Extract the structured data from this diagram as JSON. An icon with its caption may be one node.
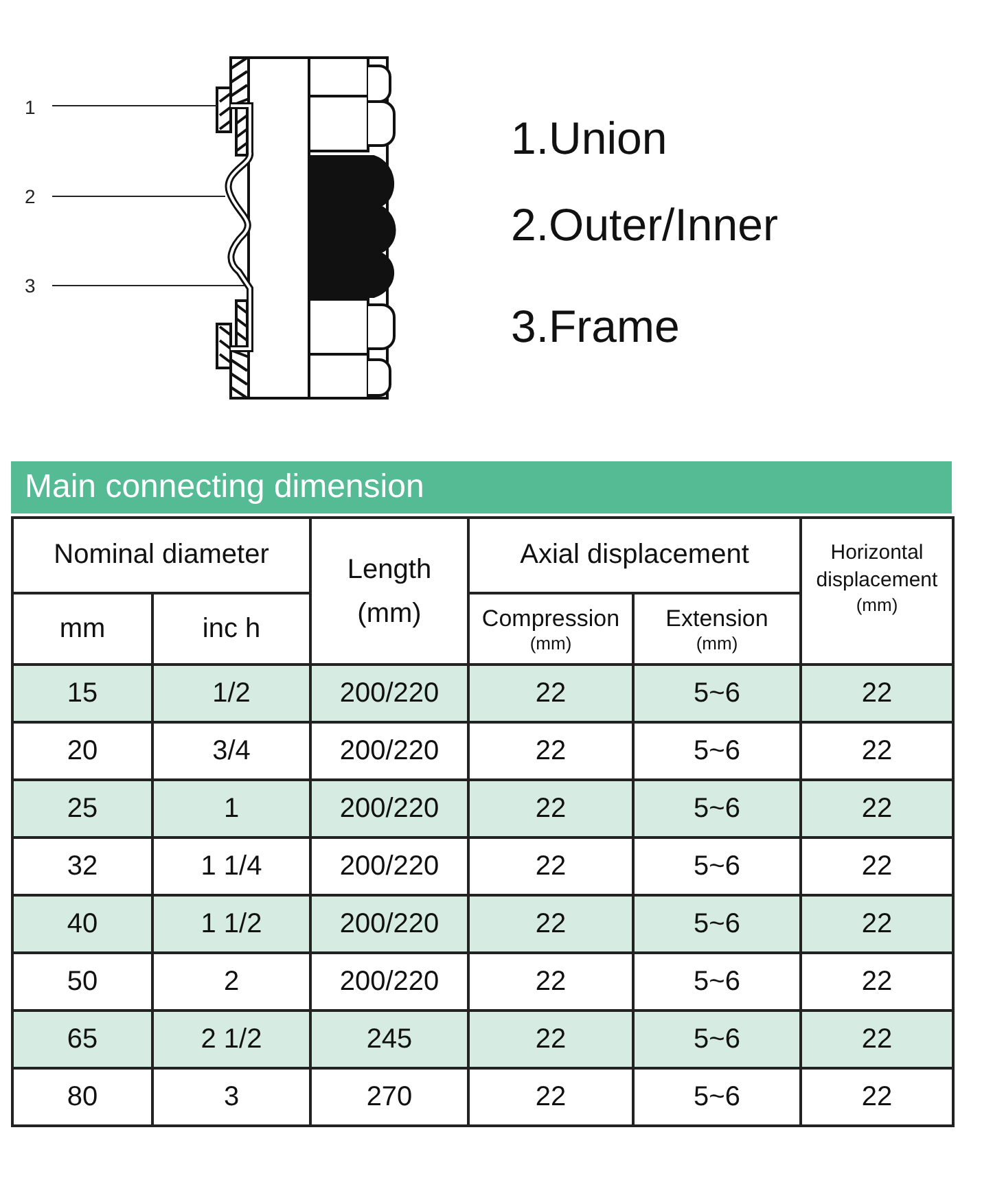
{
  "diagram": {
    "nodes": [
      {
        "text": [
          "1"
        ]
      },
      {
        "text": [
          "2"
        ]
      },
      {
        "text": [
          "3"
        ]
      }
    ],
    "edges": [
      {
        "from": 0,
        "to": null,
        "arrow": "none"
      },
      {
        "from": 1,
        "to": null,
        "arrow": "none"
      },
      {
        "from": 2,
        "to": null,
        "arrow": "none"
      }
    ],
    "labels": [
      "1.Union",
      "2.Outer/Inner",
      "3.Frame",
      "Main connecting dimension",
      "Nominal diameter",
      "Length (mm)",
      "Axial displacement",
      "Horizontal displacement",
      "(mm)",
      "mm",
      "inc h",
      "Compression",
      "(mm)",
      "Extension",
      "(mm)",
      "15",
      "1/2",
      "200/220",
      "22",
      "5~6",
      "22",
      "20",
      "3/4",
      "200/220",
      "22",
      "5~6",
      "22",
      "25",
      "1",
      "200/220",
      "22",
      "5~6",
      "22",
      "32",
      "1 1/4",
      "200/220",
      "22",
      "5~6",
      "22",
      "40",
      "1 1/2",
      "200/220",
      "22",
      "5~6",
      "22",
      "50",
      "2",
      "200/220",
      "22",
      "5~6",
      "22",
      "65",
      "2 1/2",
      "245",
      "22",
      "5~6",
      "22",
      "80",
      "3",
      "270",
      "22",
      "5~6",
      "22"
    ]
  }
}
